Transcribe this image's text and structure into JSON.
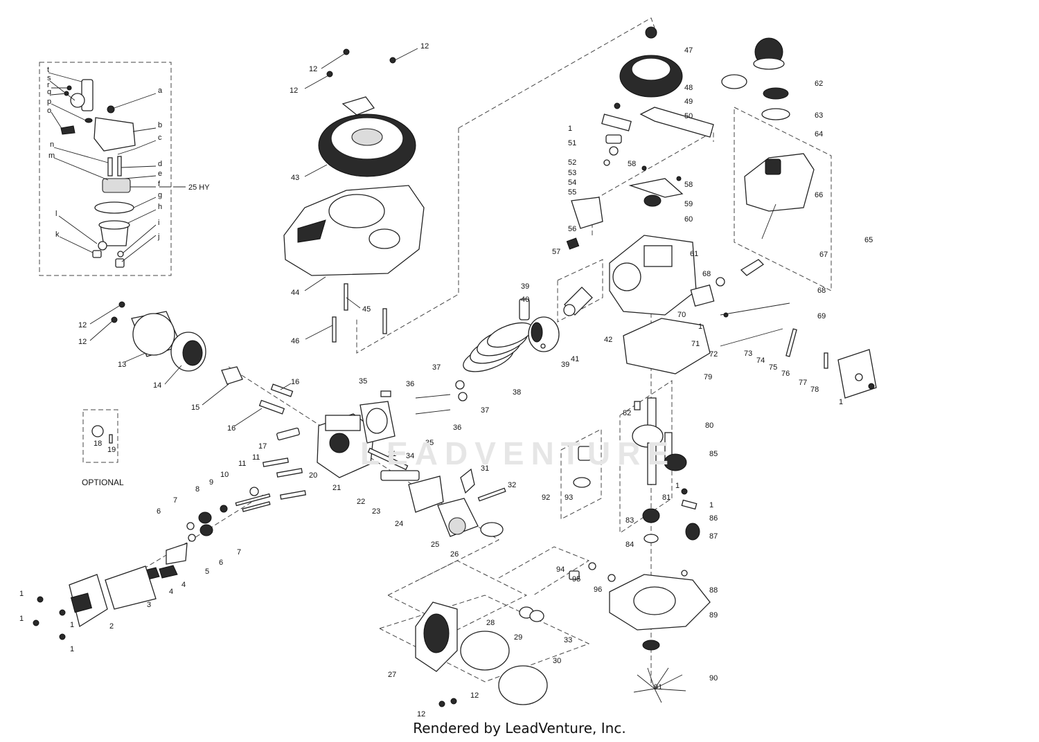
{
  "footer": "Rendered by LeadVenture, Inc.",
  "watermark": "LEADVENTURE",
  "optional_label": "OPTIONAL",
  "carb_group_label": "25 HY",
  "carb_letters": [
    "t",
    "s",
    "r",
    "q",
    "p",
    "o",
    "a",
    "b",
    "c",
    "n",
    "m",
    "d",
    "e",
    "f",
    "g",
    "h",
    "l",
    "k",
    "i",
    "j"
  ],
  "callouts": [
    {
      "id": "12a",
      "t": "12"
    },
    {
      "id": "12b",
      "t": "12"
    },
    {
      "id": "12c",
      "t": "12"
    },
    {
      "id": "43",
      "t": "43"
    },
    {
      "id": "44",
      "t": "44"
    },
    {
      "id": "45",
      "t": "45"
    },
    {
      "id": "46",
      "t": "46"
    },
    {
      "id": "12d",
      "t": "12"
    },
    {
      "id": "12e",
      "t": "12"
    },
    {
      "id": "13",
      "t": "13"
    },
    {
      "id": "14",
      "t": "14"
    },
    {
      "id": "15",
      "t": "15"
    },
    {
      "id": "16a",
      "t": "16"
    },
    {
      "id": "16b",
      "t": "16"
    },
    {
      "id": "17",
      "t": "17"
    },
    {
      "id": "18",
      "t": "18"
    },
    {
      "id": "19",
      "t": "19"
    },
    {
      "id": "20",
      "t": "20"
    },
    {
      "id": "21a",
      "t": "21"
    },
    {
      "id": "21b",
      "t": "21"
    },
    {
      "id": "22",
      "t": "22"
    },
    {
      "id": "23",
      "t": "23"
    },
    {
      "id": "24",
      "t": "24"
    },
    {
      "id": "25",
      "t": "25"
    },
    {
      "id": "26",
      "t": "26"
    },
    {
      "id": "31",
      "t": "31"
    },
    {
      "id": "32",
      "t": "32"
    },
    {
      "id": "34",
      "t": "34"
    },
    {
      "id": "35a",
      "t": "35"
    },
    {
      "id": "35b",
      "t": "35"
    },
    {
      "id": "36a",
      "t": "36"
    },
    {
      "id": "36b",
      "t": "36"
    },
    {
      "id": "37a",
      "t": "37"
    },
    {
      "id": "37b",
      "t": "37"
    },
    {
      "id": "38",
      "t": "38"
    },
    {
      "id": "39a",
      "t": "39"
    },
    {
      "id": "39b",
      "t": "39"
    },
    {
      "id": "40",
      "t": "40"
    },
    {
      "id": "41",
      "t": "41"
    },
    {
      "id": "42",
      "t": "42"
    },
    {
      "id": "11a",
      "t": "11"
    },
    {
      "id": "11b",
      "t": "11"
    },
    {
      "id": "10",
      "t": "10"
    },
    {
      "id": "9",
      "t": "9"
    },
    {
      "id": "8",
      "t": "8"
    },
    {
      "id": "7a",
      "t": "7"
    },
    {
      "id": "7b",
      "t": "7"
    },
    {
      "id": "6a",
      "t": "6"
    },
    {
      "id": "6b",
      "t": "6"
    },
    {
      "id": "5",
      "t": "5"
    },
    {
      "id": "4a",
      "t": "4"
    },
    {
      "id": "4b",
      "t": "4"
    },
    {
      "id": "3",
      "t": "3"
    },
    {
      "id": "2",
      "t": "2"
    },
    {
      "id": "1a",
      "t": "1"
    },
    {
      "id": "1b",
      "t": "1"
    },
    {
      "id": "1c",
      "t": "1"
    },
    {
      "id": "1d",
      "t": "1"
    },
    {
      "id": "27",
      "t": "27"
    },
    {
      "id": "28",
      "t": "28"
    },
    {
      "id": "29",
      "t": "29"
    },
    {
      "id": "30",
      "t": "30"
    },
    {
      "id": "33",
      "t": "33"
    },
    {
      "id": "12f",
      "t": "12"
    },
    {
      "id": "12g",
      "t": "12"
    },
    {
      "id": "47",
      "t": "47"
    },
    {
      "id": "48",
      "t": "48"
    },
    {
      "id": "49",
      "t": "49"
    },
    {
      "id": "50",
      "t": "50"
    },
    {
      "id": "1e",
      "t": "1"
    },
    {
      "id": "51",
      "t": "51"
    },
    {
      "id": "52",
      "t": "52"
    },
    {
      "id": "53",
      "t": "53"
    },
    {
      "id": "54",
      "t": "54"
    },
    {
      "id": "55",
      "t": "55"
    },
    {
      "id": "56",
      "t": "56"
    },
    {
      "id": "57",
      "t": "57"
    },
    {
      "id": "58a",
      "t": "58"
    },
    {
      "id": "58b",
      "t": "58"
    },
    {
      "id": "59",
      "t": "59"
    },
    {
      "id": "60",
      "t": "60"
    },
    {
      "id": "61",
      "t": "61"
    },
    {
      "id": "62",
      "t": "62"
    },
    {
      "id": "63",
      "t": "63"
    },
    {
      "id": "64",
      "t": "64"
    },
    {
      "id": "65",
      "t": "65"
    },
    {
      "id": "66",
      "t": "66"
    },
    {
      "id": "67",
      "t": "67"
    },
    {
      "id": "68a",
      "t": "68"
    },
    {
      "id": "68b",
      "t": "68"
    },
    {
      "id": "69",
      "t": "69"
    },
    {
      "id": "70",
      "t": "70"
    },
    {
      "id": "1f",
      "t": "1"
    },
    {
      "id": "71",
      "t": "71"
    },
    {
      "id": "72",
      "t": "72"
    },
    {
      "id": "73",
      "t": "73"
    },
    {
      "id": "74",
      "t": "74"
    },
    {
      "id": "75",
      "t": "75"
    },
    {
      "id": "76",
      "t": "76"
    },
    {
      "id": "77",
      "t": "77"
    },
    {
      "id": "78",
      "t": "78"
    },
    {
      "id": "1g",
      "t": "1"
    },
    {
      "id": "79",
      "t": "79"
    },
    {
      "id": "80",
      "t": "80"
    },
    {
      "id": "82",
      "t": "82"
    },
    {
      "id": "85",
      "t": "85"
    },
    {
      "id": "81",
      "t": "81"
    },
    {
      "id": "92",
      "t": "92"
    },
    {
      "id": "93",
      "t": "93"
    },
    {
      "id": "1h",
      "t": "1"
    },
    {
      "id": "1i",
      "t": "1"
    },
    {
      "id": "86",
      "t": "86"
    },
    {
      "id": "83",
      "t": "83"
    },
    {
      "id": "87",
      "t": "87"
    },
    {
      "id": "84",
      "t": "84"
    },
    {
      "id": "94",
      "t": "94"
    },
    {
      "id": "95",
      "t": "95"
    },
    {
      "id": "96",
      "t": "96"
    },
    {
      "id": "88",
      "t": "88"
    },
    {
      "id": "89",
      "t": "89"
    },
    {
      "id": "90",
      "t": "90"
    },
    {
      "id": "91",
      "t": "91"
    }
  ]
}
